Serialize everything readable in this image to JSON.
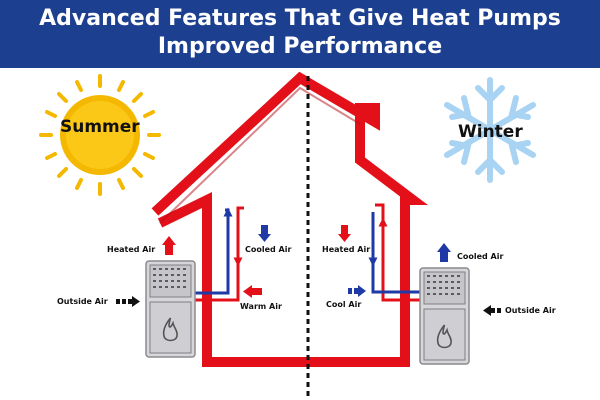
{
  "title": {
    "line1": "Advanced Features That Give Heat Pumps",
    "line2": "Improved Performance"
  },
  "seasons": {
    "summer": "Summer",
    "winter": "Winter"
  },
  "labels": {
    "summer_heated_air": "Heated Air",
    "summer_cooled_air": "Cooled Air",
    "summer_outside_air": "Outside Air",
    "summer_warm_air": "Warm Air",
    "winter_heated_air": "Heated Air",
    "winter_cooled_air": "Cooled Air",
    "winter_cool_air": "Cool Air",
    "winter_outside_air": "Outside Air"
  },
  "colors": {
    "banner": "#1c3f8f",
    "house_red": "#e3101a",
    "pipe_blue": "#1f3aa6",
    "sun": "#f5b800",
    "snow": "#a9d3f2",
    "unit_gray": "#d7d7da"
  },
  "icons": [
    "sun-icon",
    "snowflake-icon",
    "flame-icon"
  ]
}
